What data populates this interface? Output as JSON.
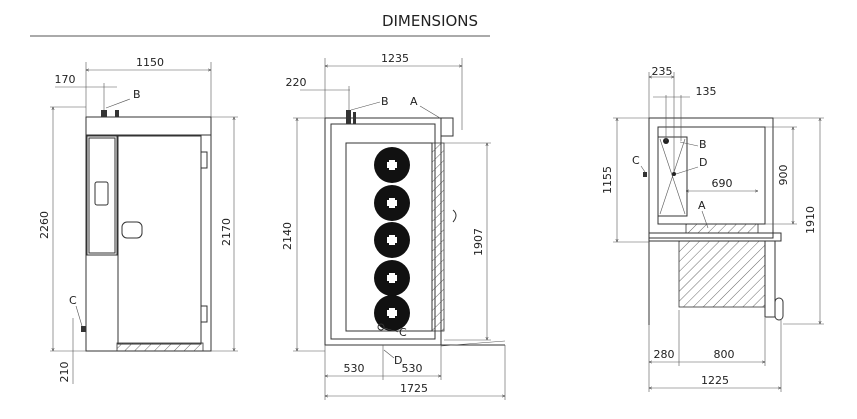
{
  "title": "DIMENSIONS",
  "front_view": {
    "width": "1150",
    "offset_b": "170",
    "total_height": "2260",
    "body_height": "2170",
    "c_height": "210",
    "label_b": "B",
    "label_c": "C"
  },
  "side_view": {
    "width": "1235",
    "offset_b": "220",
    "height": "2140",
    "inner_height": "1907",
    "left_half": "530",
    "right_half": "530",
    "open_width": "1725",
    "label_a": "A",
    "label_b": "B",
    "label_c": "C",
    "label_d": "D"
  },
  "top_view": {
    "offset_235": "235",
    "offset_135": "135",
    "depth": "1155",
    "inner_depth": "900",
    "open_depth": "1910",
    "span_690": "690",
    "left_280": "280",
    "door_800": "800",
    "width": "1225",
    "label_a": "A",
    "label_b": "B",
    "label_c": "C",
    "label_d": "D"
  }
}
